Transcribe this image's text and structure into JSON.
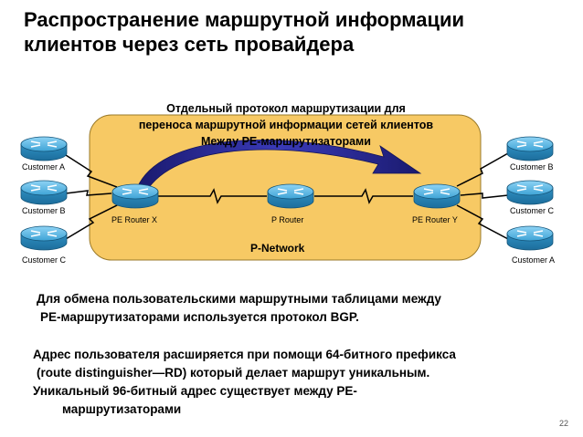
{
  "title_line1": "Распространение маршрутной информации",
  "title_line2": "клиентов через сеть провайдера",
  "cloud": {
    "protocol_line1": "Отдельный протокол маршрутизации для",
    "protocol_line2": "переноса маршрутной информации сетей клиентов",
    "protocol_line3": "Между PE-маршрутизаторами",
    "network_label": "P-Network"
  },
  "routers": {
    "pe_x": "PE Router X",
    "p": "P Router",
    "pe_y": "PE Router Y"
  },
  "customers_left": [
    "Customer A",
    "Customer B",
    "Customer C"
  ],
  "customers_right": [
    "Customer B",
    "Customer C",
    "Customer A"
  ],
  "body": {
    "para1_line1": "Для обмена пользовательскими маршрутными таблицами между",
    "para1_line2": "PE-маршрутизаторами используется протокол BGP.",
    "para2_line1": "Адрес пользователя расширяется при помощи 64-битного префикса",
    "para2_line2": "(route distinguisher—RD) который делает маршрут уникальным.",
    "para2_line3": "Уникальный 96-битный адрес существует между PE-",
    "para2_line4": "маршрутизаторами"
  },
  "page_number": "22",
  "colors": {
    "cloud_fill": "#f7c964",
    "router_fill": "#3fa4d6",
    "arrow": "#2e2e9e"
  }
}
